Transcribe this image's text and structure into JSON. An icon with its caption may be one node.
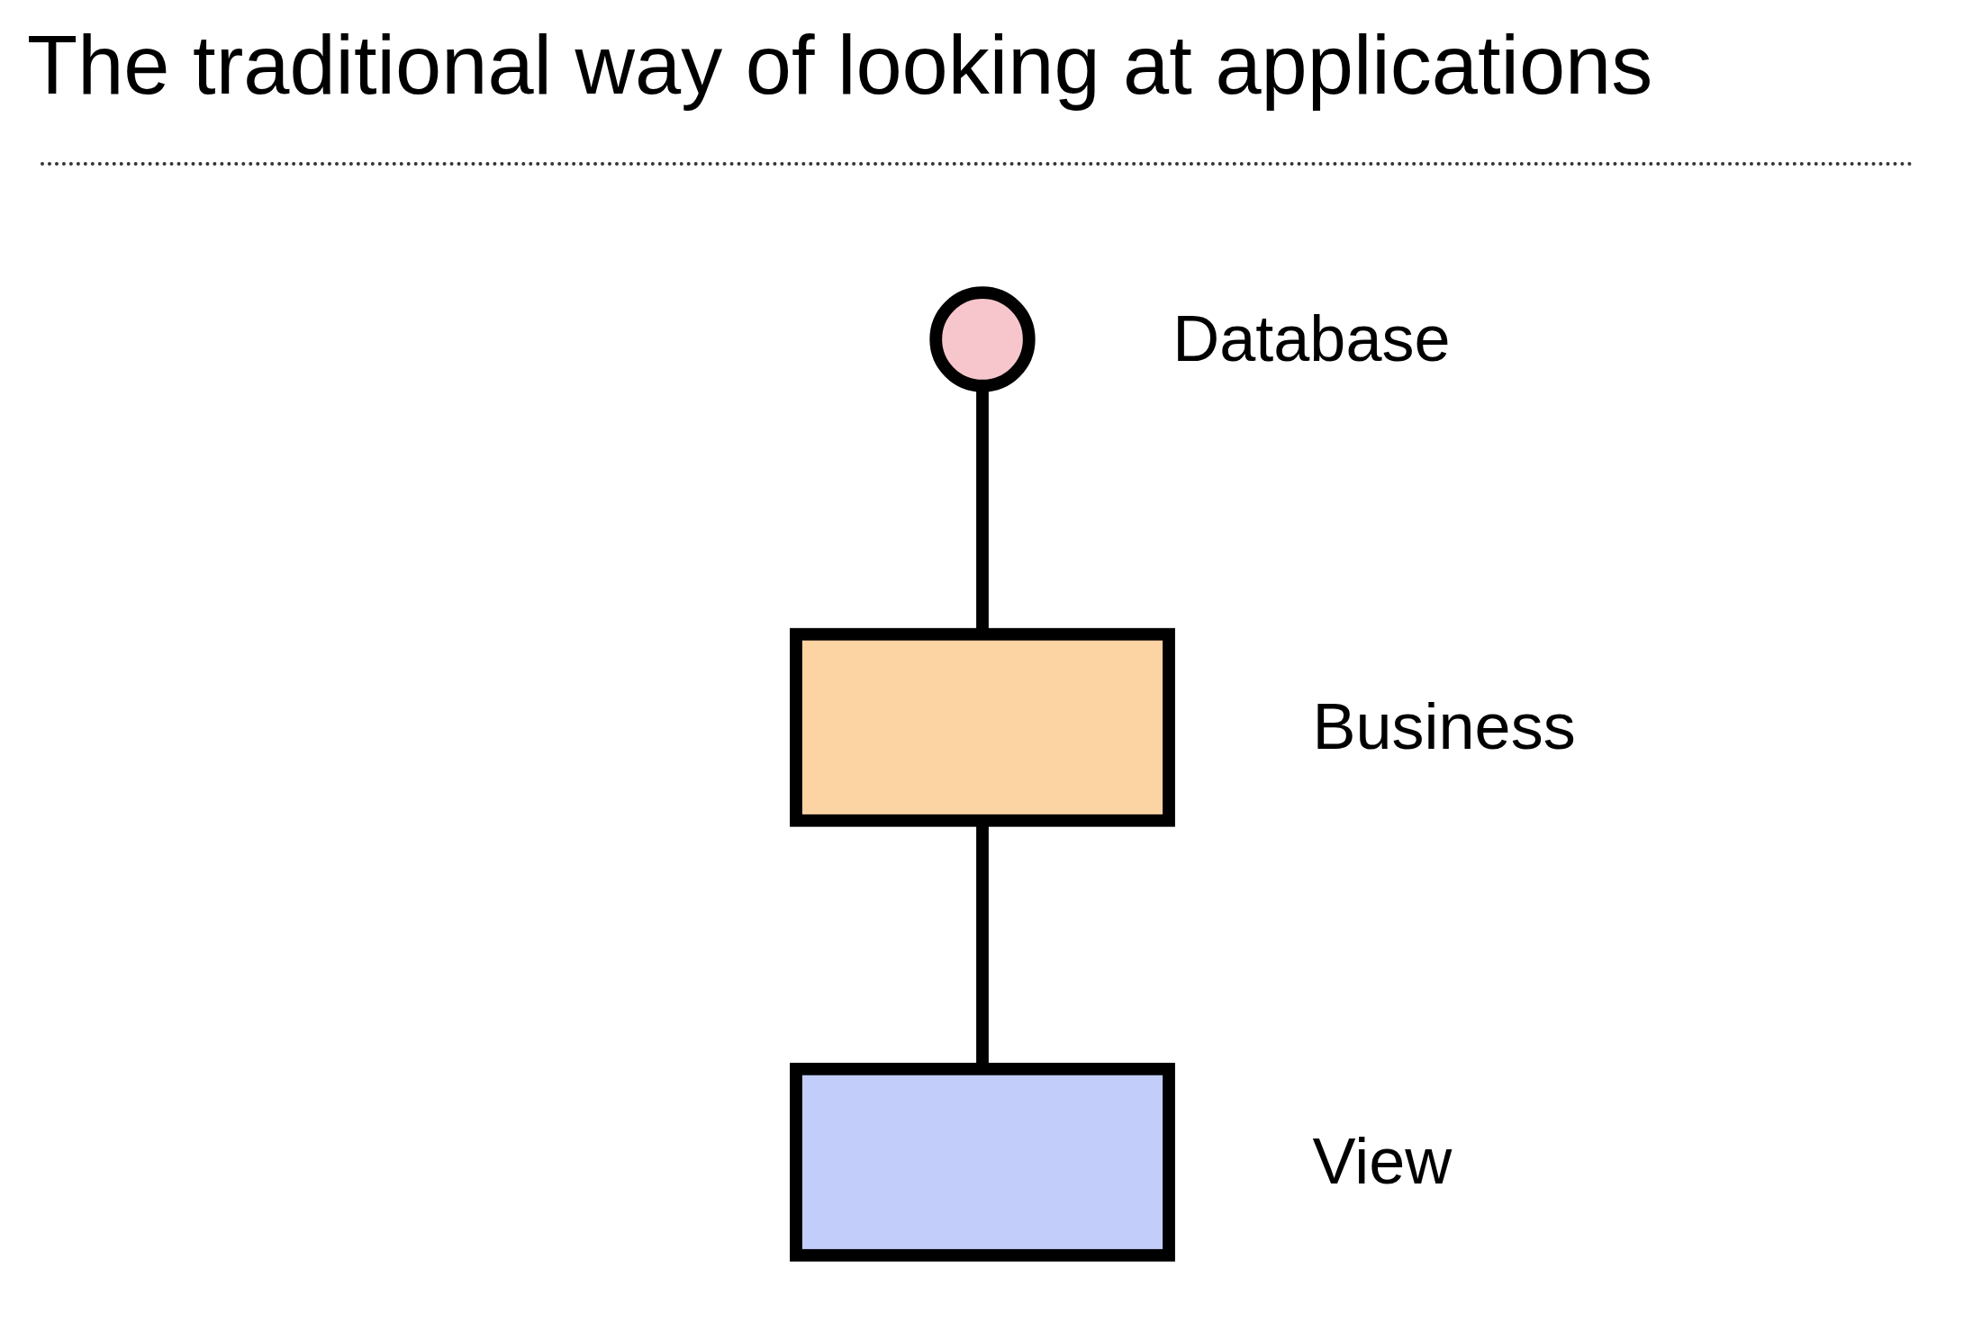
{
  "diagram": {
    "title": "The traditional way of looking at applications",
    "nodes": [
      {
        "text": [],
        "shape": "circle",
        "beside": [
          "Database"
        ]
      },
      {
        "text": [],
        "shape": "box",
        "beside": [
          "Business"
        ]
      },
      {
        "text": [],
        "shape": "box",
        "beside": [
          "View"
        ]
      }
    ],
    "edges": [
      {
        "from": 0,
        "to": 1,
        "arrow": "none"
      },
      {
        "from": 1,
        "to": 2,
        "arrow": "none"
      }
    ]
  }
}
